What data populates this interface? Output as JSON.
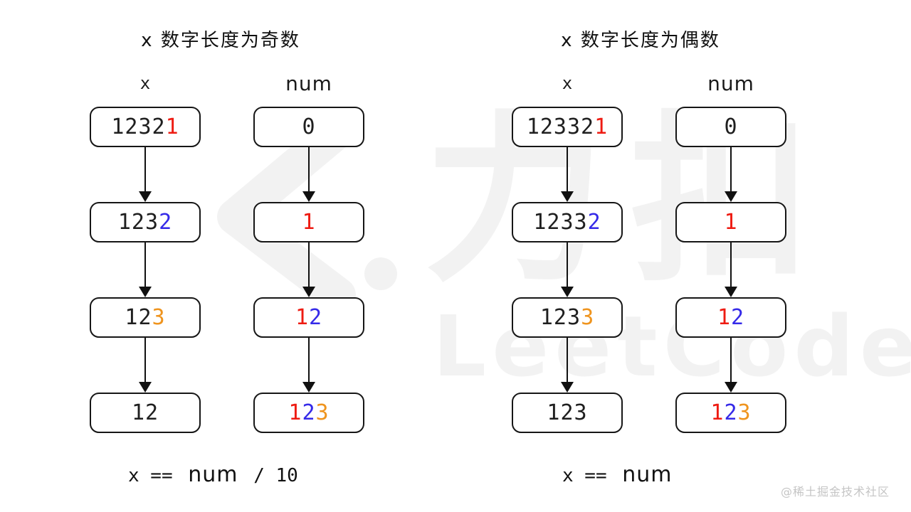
{
  "colors": {
    "digit_black": "#1f1f1f",
    "digit_red": "#ee1b12",
    "digit_blue": "#352ae8",
    "digit_orange": "#ef941e",
    "box_border": "#161616",
    "arrow": "#111111",
    "watermark_tint": "#f2f2f2",
    "credit_gray": "#c5c5c5"
  },
  "watermark": {
    "hanzi": "力扣",
    "latin": "LeetCode"
  },
  "credit": "@稀土掘金技术社区",
  "sections": [
    {
      "id": "odd",
      "title": "x 数字长度为奇数",
      "formula_parts": [
        {
          "t": "x == "
        },
        {
          "t": "num"
        },
        {
          "t": " / 10"
        }
      ],
      "columns": [
        {
          "header": "x",
          "boxes": [
            [
              {
                "t": "1232",
                "c": "digit_black"
              },
              {
                "t": "1",
                "c": "digit_red"
              }
            ],
            [
              {
                "t": "123",
                "c": "digit_black"
              },
              {
                "t": "2",
                "c": "digit_blue"
              }
            ],
            [
              {
                "t": "12",
                "c": "digit_black"
              },
              {
                "t": "3",
                "c": "digit_orange"
              }
            ],
            [
              {
                "t": "12",
                "c": "digit_black"
              }
            ]
          ]
        },
        {
          "header": "num",
          "boxes": [
            [
              {
                "t": "0",
                "c": "digit_black"
              }
            ],
            [
              {
                "t": "1",
                "c": "digit_red"
              }
            ],
            [
              {
                "t": "1",
                "c": "digit_red"
              },
              {
                "t": "2",
                "c": "digit_blue"
              }
            ],
            [
              {
                "t": "1",
                "c": "digit_red"
              },
              {
                "t": "2",
                "c": "digit_blue"
              },
              {
                "t": "3",
                "c": "digit_orange"
              }
            ]
          ]
        }
      ]
    },
    {
      "id": "even",
      "title": "x 数字长度为偶数",
      "formula_parts": [
        {
          "t": "x == "
        },
        {
          "t": "num"
        }
      ],
      "columns": [
        {
          "header": "x",
          "boxes": [
            [
              {
                "t": "12332",
                "c": "digit_black"
              },
              {
                "t": "1",
                "c": "digit_red"
              }
            ],
            [
              {
                "t": "1233",
                "c": "digit_black"
              },
              {
                "t": "2",
                "c": "digit_blue"
              }
            ],
            [
              {
                "t": "123",
                "c": "digit_black"
              },
              {
                "t": "3",
                "c": "digit_orange"
              }
            ],
            [
              {
                "t": "123",
                "c": "digit_black"
              }
            ]
          ]
        },
        {
          "header": "num",
          "boxes": [
            [
              {
                "t": "0",
                "c": "digit_black"
              }
            ],
            [
              {
                "t": "1",
                "c": "digit_red"
              }
            ],
            [
              {
                "t": "1",
                "c": "digit_red"
              },
              {
                "t": "2",
                "c": "digit_blue"
              }
            ],
            [
              {
                "t": "1",
                "c": "digit_red"
              },
              {
                "t": "2",
                "c": "digit_blue"
              },
              {
                "t": "3",
                "c": "digit_orange"
              }
            ]
          ]
        }
      ]
    }
  ]
}
